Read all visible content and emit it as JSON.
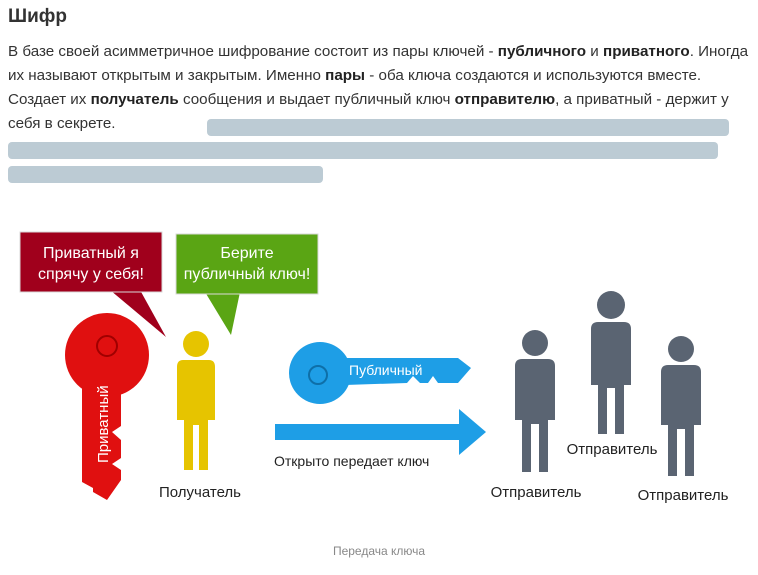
{
  "article": {
    "title": "Шифр",
    "paragraph": {
      "t1": "В базе своей асимметричное шифрование состоит из пары ключей - ",
      "b1": "публичного",
      "t2": " и ",
      "b2": "приватного",
      "t3": ". Иногда их называют открытым и закрытым. Именно ",
      "b3": "пары",
      "t4": " - оба ключа создаются и используются вместе. Создает их ",
      "b4": "получатель",
      "t5": " сообщения и выдает публичный ключ ",
      "b5": "отправителю",
      "t6": ", а приватный - держит у себя в секрете."
    }
  },
  "figure": {
    "bubble_left": [
      "Приватный я",
      "спрячу у себя!"
    ],
    "bubble_right": [
      "Берите",
      "публичный ключ!"
    ],
    "private_key_label": "Приватный",
    "public_key_label": "Публичный",
    "arrow_label": "Открыто передает ключ",
    "receiver_label": "Получатель",
    "sender_labels": [
      "Отправитель",
      "Отправитель",
      "Отправитель"
    ],
    "colors": {
      "red_key": "#e01010",
      "red_bubble": "#a0001c",
      "green_bubble": "#5aa514",
      "receiver": "#e6c400",
      "blue": "#1e9ee6",
      "sender": "#5a6472"
    },
    "caption": "Передача ключа"
  }
}
